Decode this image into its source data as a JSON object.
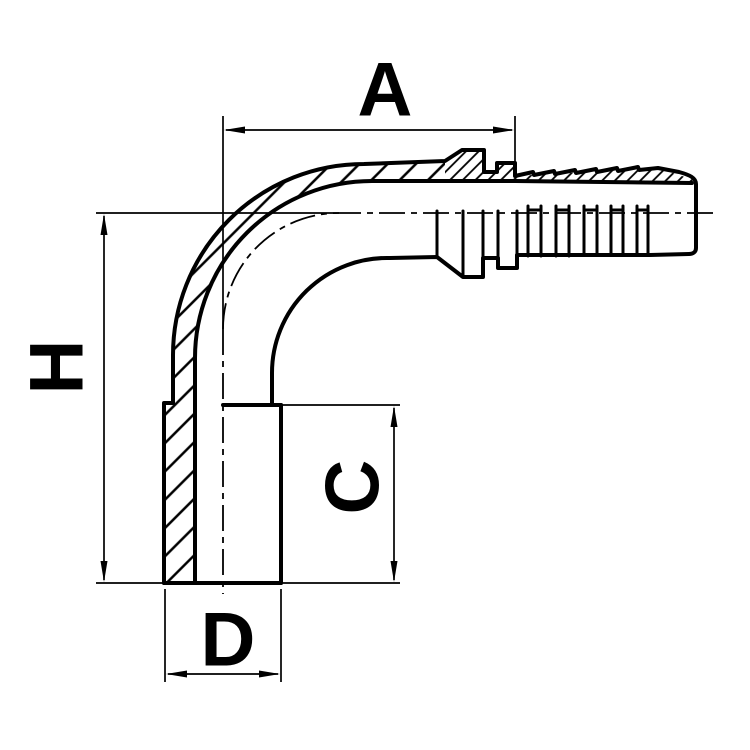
{
  "drawing": {
    "type": "engineering-drawing",
    "subject": "90-degree elbow hose barb fitting, sectioned side view",
    "background_color": "#ffffff",
    "line_color": "#000000",
    "dimensions": {
      "width_top": {
        "label": "A"
      },
      "height_left": {
        "label": "H"
      },
      "inner_height": {
        "label": "C"
      },
      "diameter_bottom": {
        "label": "D"
      }
    }
  }
}
